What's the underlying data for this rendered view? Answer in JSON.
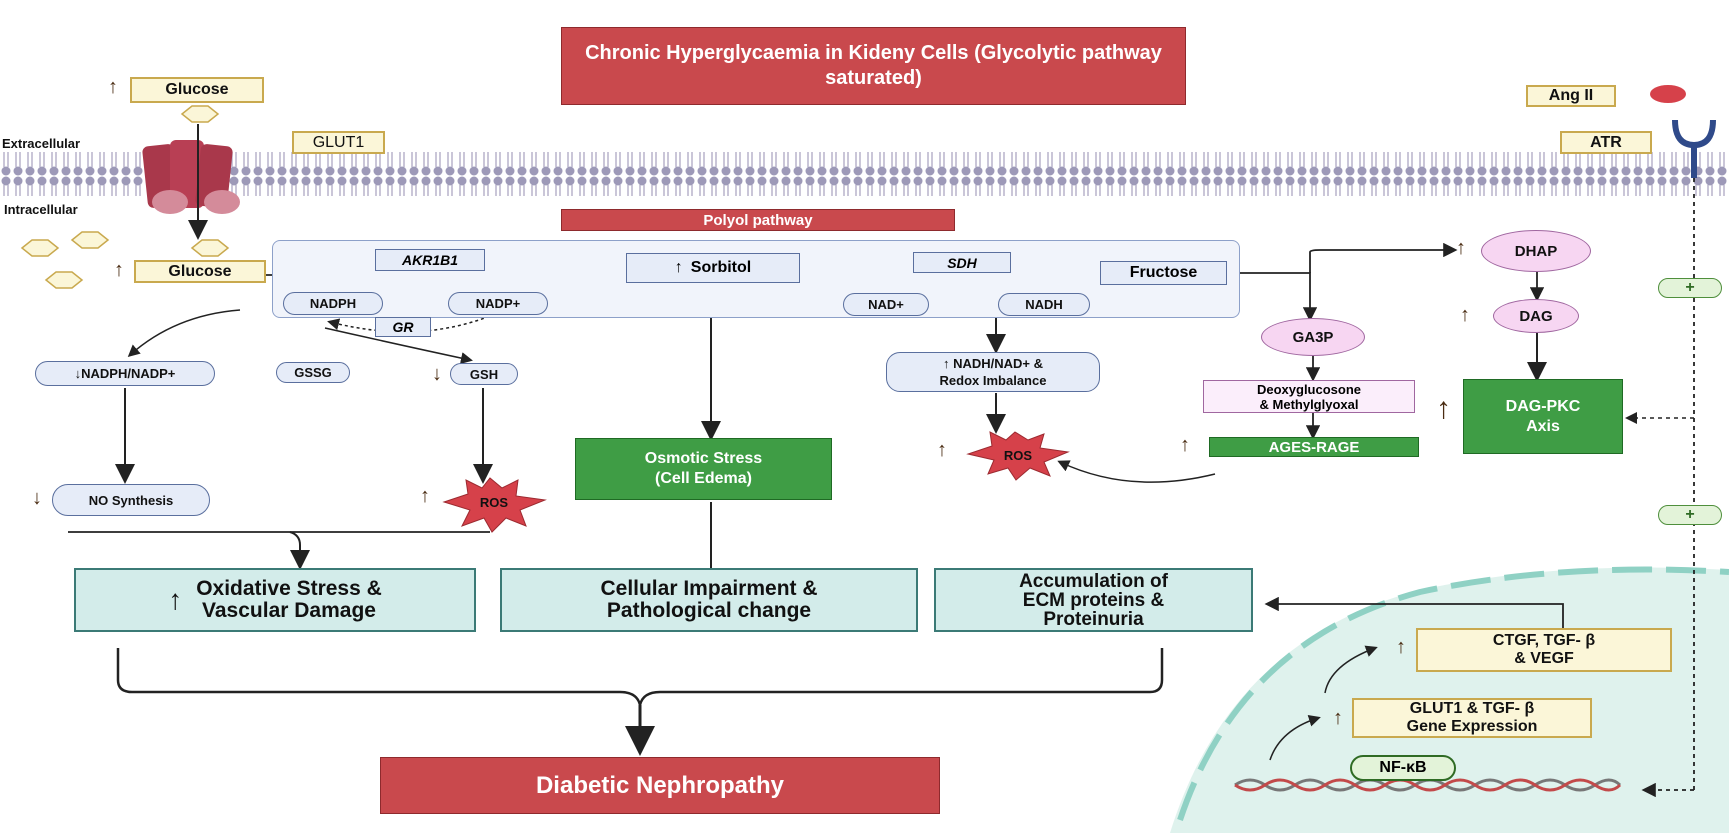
{
  "title": "Chronic Hyperglycaemia in Kideny Cells (Glycolytic pathway saturated)",
  "labels": {
    "glucose_out": "Glucose",
    "glucose_in": "Glucose",
    "extracellular": "Extracellular",
    "intracellular": "Intracellular",
    "glut1": "GLUT1",
    "ang2": "Ang II",
    "atr": "ATR",
    "polyol": "Polyol pathway",
    "akr1b1": "AKR1B1",
    "sdh": "SDH",
    "gr": "GR",
    "sorbitol": "Sorbitol",
    "fructose": "Fructose",
    "nadph": "NADPH",
    "nadp_plus": "NADP+",
    "nad_plus": "NAD+",
    "nadh": "NADH",
    "gssg": "GSSG",
    "gsh": "GSH",
    "nadph_ratio": "NADPH/NADP+",
    "no_synthesis": "NO Synthesis",
    "ros1": "ROS",
    "ros2": "ROS",
    "nadh_ratio_line1": "NADH/NAD+ &",
    "nadh_ratio_line2": "Redox Imbalance",
    "osmotic_line1": "Osmotic Stress",
    "osmotic_line2": "(Cell Edema)",
    "ga3p": "GA3P",
    "dhap": "DHAP",
    "dag": "DAG",
    "deoxy_line1": "Deoxyglucosone",
    "deoxy_line2": "& Methylglyoxal",
    "ages": "AGES-RAGE",
    "dagpkc_line1": "DAG-PKC",
    "dagpkc_line2": "Axis",
    "plus1": "+",
    "plus2": "+",
    "ox_line1": "Oxidative Stress &",
    "ox_line2": "Vascular Damage",
    "cell_line1": "Cellular Impairment &",
    "cell_line2": "Pathological change",
    "ecm_line1": "Accumulation of",
    "ecm_line2": "ECM proteins &",
    "ecm_line3": "Proteinuria",
    "ctgf_line1": "CTGF, TGF- β",
    "ctgf_line2": "& VEGF",
    "glut1_tgf_line1": "GLUT1 & TGF- β",
    "glut1_tgf_line2": "Gene Expression",
    "nfkb": "NF-κB",
    "dn": "Diabetic Nephropathy",
    "up": "↑",
    "down": "↓"
  },
  "colors": {
    "red": "#c9494d",
    "green": "#3f9d45",
    "teal": "#d3ecea",
    "cream": "#fbf6d8",
    "membrane": "#8e8aa8"
  }
}
